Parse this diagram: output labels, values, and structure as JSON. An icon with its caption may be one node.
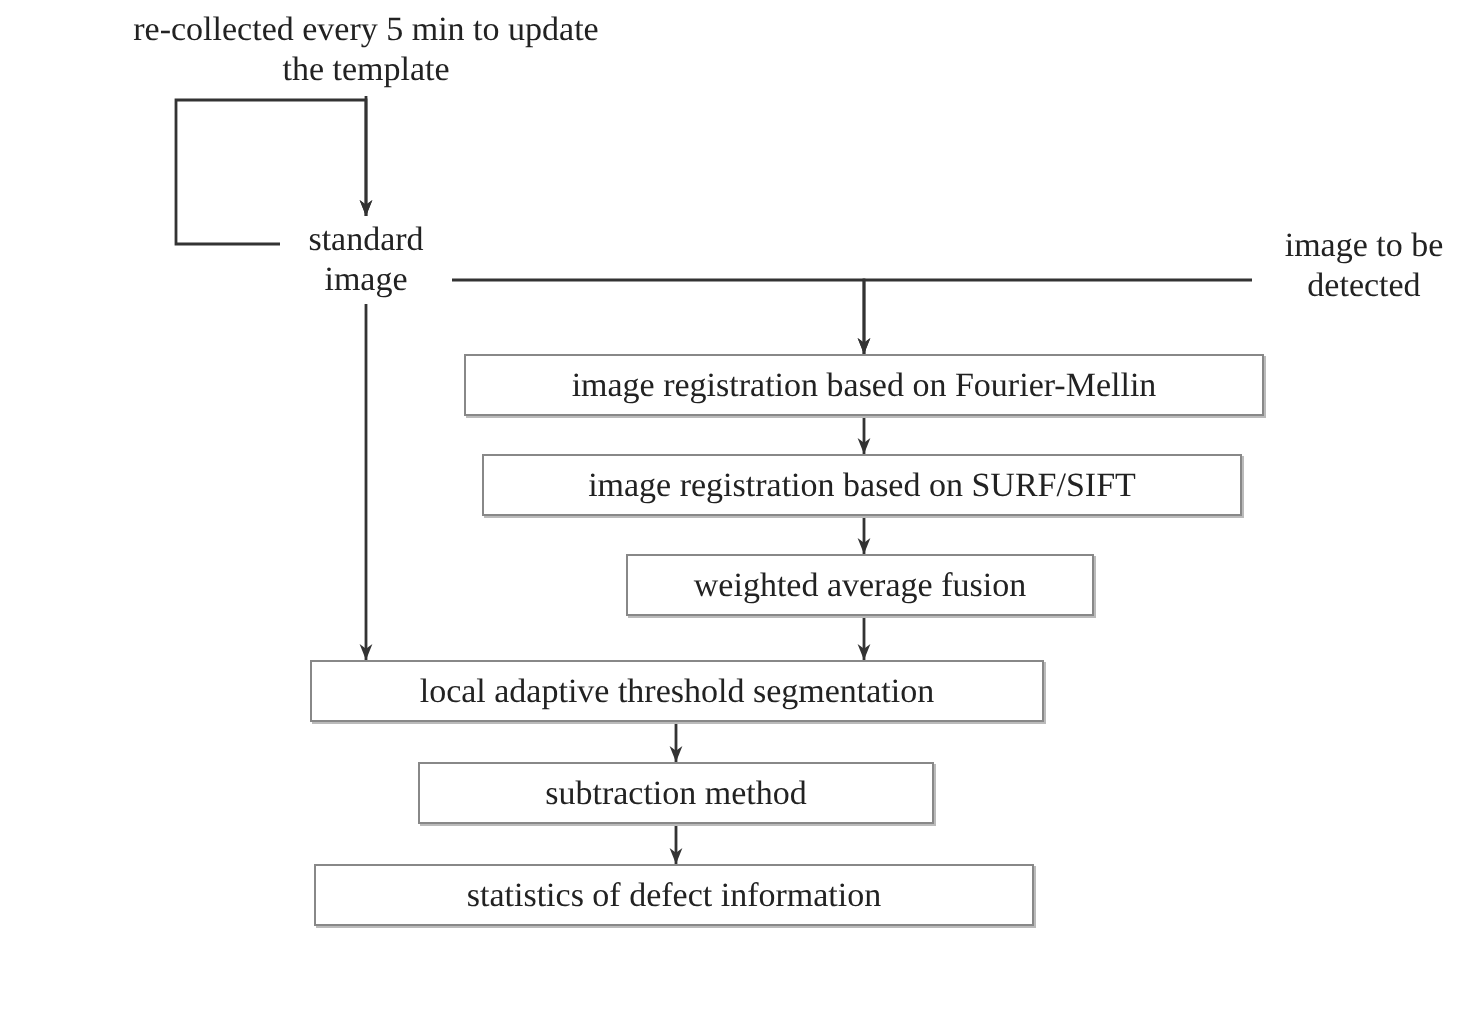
{
  "diagram": {
    "nodes": [
      {
        "text": [
          "re-collected every 5 min to update the template"
        ]
      },
      {
        "text": [
          "standard image"
        ]
      },
      {
        "text": [
          "image to be detected"
        ]
      },
      {
        "text": [
          "image registration based on Fourier-Mellin"
        ]
      },
      {
        "text": [
          "image registration based on SURF/SIFT"
        ]
      },
      {
        "text": [
          "weighted average fusion"
        ]
      },
      {
        "text": [
          "local adaptive threshold segmentation"
        ]
      },
      {
        "text": [
          "subtraction method"
        ]
      },
      {
        "text": [
          "statistics of defect information"
        ]
      }
    ],
    "edges": [
      {
        "from": 0,
        "to": 1,
        "arrow": "to"
      },
      {
        "from": 1,
        "to": 1,
        "arrow": "to"
      },
      {
        "from": 1,
        "to": 3,
        "arrow": "to"
      },
      {
        "from": 2,
        "to": 3,
        "arrow": "to"
      },
      {
        "from": 3,
        "to": 4,
        "arrow": "to"
      },
      {
        "from": 4,
        "to": 5,
        "arrow": "to"
      },
      {
        "from": 5,
        "to": 6,
        "arrow": "to"
      },
      {
        "from": 1,
        "to": 6,
        "arrow": "to"
      },
      {
        "from": 6,
        "to": 7,
        "arrow": "to"
      },
      {
        "from": 7,
        "to": 8,
        "arrow": "to"
      }
    ]
  }
}
